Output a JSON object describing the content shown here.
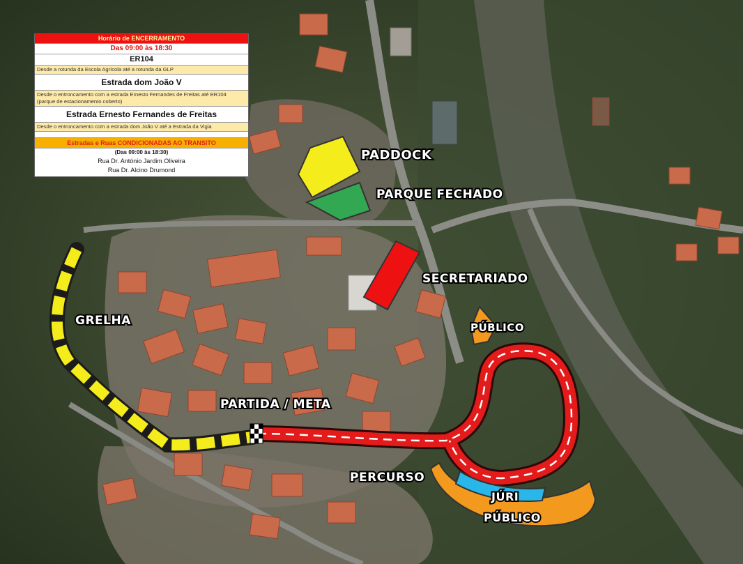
{
  "info_panel": {
    "closure_title": "Horário de ENCERRAMENTO",
    "closure_time": "Das 09:00 às 18:30",
    "roads": [
      {
        "name": "ER104",
        "description": "Desde a rotunda da Escola Agrícola até a rotunda da GLP"
      },
      {
        "name": "Estrada dom João V",
        "description": "Desde o entroncamento com a estrada Ernesto Fernandes de Freitas até ER104 (parque de estacionamento coberto)"
      },
      {
        "name": "Estrada Ernesto Fernandes de Freitas",
        "description": "Desde o entroncamento com a estrada dom João V até a Estrada da Vigia"
      }
    ],
    "conditioned_title": "Estradas e Ruas CONDICIONADAS AO TRANSITO",
    "conditioned_time": "(Das 09:00 às 18:30)",
    "streets": [
      "Rua Dr. António Jardim Oliveira",
      "Rua Dr. Alcino Drumond"
    ]
  },
  "map_labels": {
    "paddock": "PADDOCK",
    "parque_fechado": "PARQUE FECHADO",
    "secretariado": "SECRETARIADO",
    "publico_top": "PÚBLICO",
    "grelha": "GRELHA",
    "partida_meta": "PARTIDA / META",
    "percurso": "PERCURSO",
    "juri": "JÚRI",
    "publico_bottom": "PÚBLICO"
  },
  "colors": {
    "paddock": "#f5ec1c",
    "parque_fechado": "#33a852",
    "secretariado": "#ee1111",
    "publico": "#f39a1e",
    "juri": "#29b6e8",
    "track": "#e41b1b",
    "grid": "#f5ec1c"
  }
}
